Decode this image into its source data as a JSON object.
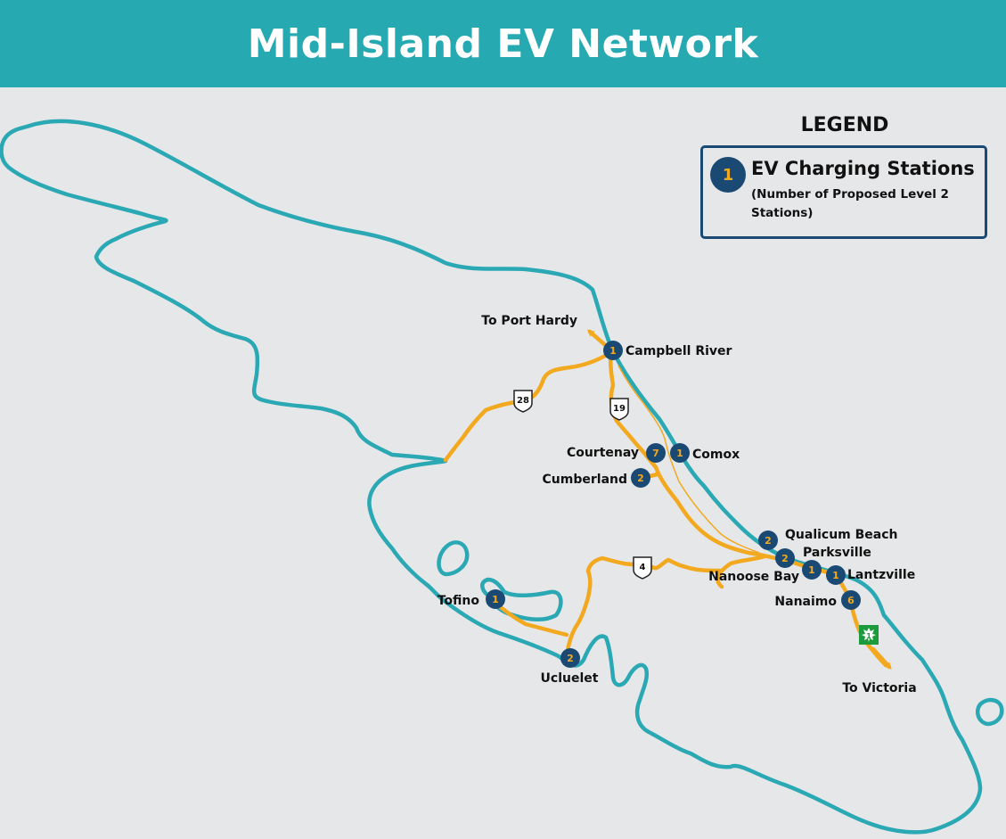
{
  "title": "Mid-Island EV Network",
  "legend": {
    "heading": "LEGEND",
    "marker_value": "1",
    "label": "EV Charging Stations",
    "sublabel": "(Number of Proposed Level 2 Stations)"
  },
  "colors": {
    "header": "#26a9b1",
    "coastline": "#2aa8b4",
    "highway": "#f3a91f",
    "station": "#1a4a73",
    "station_number": "#f3a91f",
    "background": "#e6e7e8",
    "provincial_shield": "#1b9b3b"
  },
  "stations": [
    {
      "name": "Campbell River",
      "count": "1"
    },
    {
      "name": "Courtenay",
      "count": "7"
    },
    {
      "name": "Comox",
      "count": "1"
    },
    {
      "name": "Cumberland",
      "count": "2"
    },
    {
      "name": "Qualicum Beach",
      "count": "2"
    },
    {
      "name": "Parksville",
      "count": "2"
    },
    {
      "name": "Nanoose Bay",
      "count": "1"
    },
    {
      "name": "Lantzville",
      "count": "1"
    },
    {
      "name": "Nanaimo",
      "count": "6"
    },
    {
      "name": "Tofino",
      "count": "1"
    },
    {
      "name": "Ucluelet",
      "count": "2"
    }
  ],
  "destinations": {
    "north": "To Port Hardy",
    "south": "To Victoria"
  },
  "highways": {
    "hwy28": "28",
    "hwy19": "19",
    "hwy4": "4",
    "hwy1": "1"
  }
}
